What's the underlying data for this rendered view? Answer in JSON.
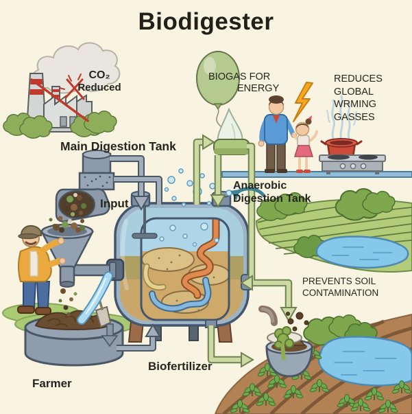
{
  "title": "Biodigester",
  "labels": {
    "co2": {
      "line1": "CO₂",
      "line2": "Reduced"
    },
    "biogas": {
      "line1": "BIOGAS FOR",
      "line2": "ENERGY"
    },
    "reduces": "REDUCES\nGLOBAL WRMING\nGASSES",
    "main_tank": "Main Digestion Tank",
    "input": "Input",
    "anaerobic": "Anaerobic\nDigestion Tank",
    "prevents": "PREVENTS SOIL\nCONTAMINATION",
    "biofertilizer": "Biofertilizer",
    "farmer": "Farmer"
  },
  "icons": {
    "input_arrow": "↓",
    "biogas_to_holder_arrow": "→",
    "gas_return_arrow": "↓",
    "effluent_arrow": "←",
    "soil_arrow": "↓",
    "biofertilizer_arrow": "→",
    "recirculation_arrow": "↑",
    "no_co2_symbol": "✕"
  },
  "colors": {
    "background": "#f9f4e1",
    "text": "#26251d",
    "balloon_green": "#b5ca8e",
    "pipe_green": "#ccd9a2",
    "pipe_green_dark": "#6f8351",
    "tank_grey_blue": "#9db4c6",
    "water_blue": "#a9cede",
    "sludge_tan": "#c9a76b",
    "pot_red": "#cc4a3a",
    "lightning_orange": "#f5a623",
    "field_green": "#b3cc7a",
    "pond_blue": "#85c8ea",
    "shirt_yellow": "#e9a93f",
    "jeans_blue": "#4c6da0",
    "soil_brown": "#b28254",
    "platform_blue": "#93bdd6",
    "warning_red": "#c0392b",
    "manure_brown": "#6b4d31",
    "stove_grey": "#aab2ba"
  }
}
